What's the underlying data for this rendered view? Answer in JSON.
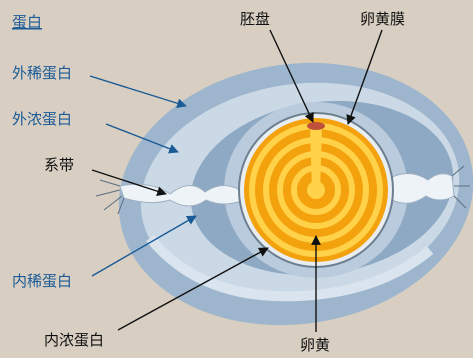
{
  "title": "蛋白",
  "labels": {
    "outer_thin_albumen": "外稀蛋白",
    "outer_thick_albumen": "外浓蛋白",
    "chalaza": "系带",
    "inner_thin_albumen": "内稀蛋白",
    "inner_thick_albumen": "内浓蛋白",
    "germinal_disc": "胚盘",
    "vitelline_membrane": "卵黄膜",
    "yolk": "卵黄"
  },
  "colors": {
    "background": "#d8cfc2",
    "outer_thin": "#9eb6cd",
    "outer_thick": "#cbd9e6",
    "inner_thin": "#8ea9c4",
    "yolk_dark": "#f3a20d",
    "yolk_light": "#ffd24a",
    "label_blue": "#1a5a96",
    "label_dark": "#111111"
  }
}
